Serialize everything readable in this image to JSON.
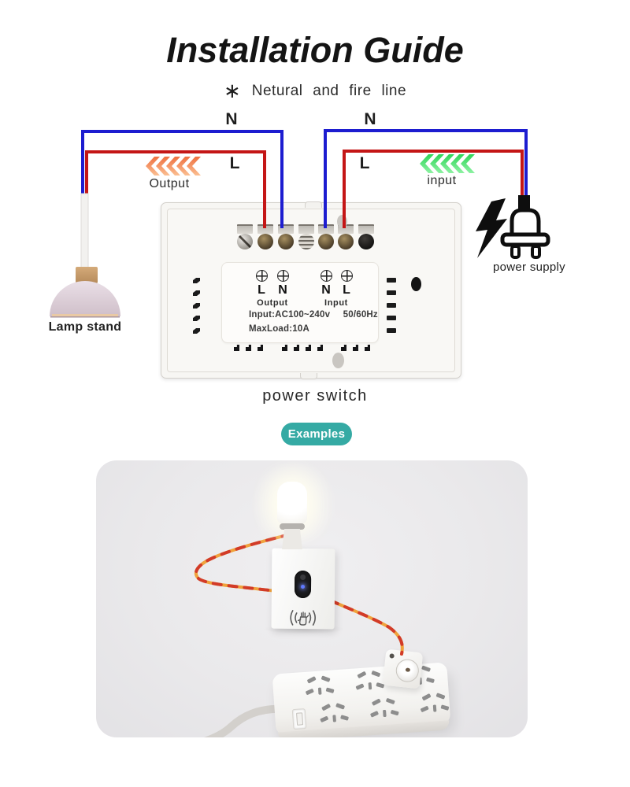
{
  "title": "Installation Guide",
  "note": {
    "asterisk": "∗",
    "text": "Netural and fire line"
  },
  "diagram": {
    "output_side": {
      "neutral_label": "N",
      "live_label": "L",
      "flow_label": "Output"
    },
    "input_side": {
      "neutral_label": "N",
      "live_label": "L",
      "flow_label": "input"
    },
    "lamp_caption": "Lamp stand",
    "power_supply_caption": "power supply",
    "switch_caption": "power switch",
    "switch_back": {
      "output_group": {
        "letters": [
          "L",
          "N"
        ],
        "label": "Output"
      },
      "input_group": {
        "letters": [
          "N",
          "L"
        ],
        "label": "Input"
      },
      "spec_input": "Input:AC100~240v",
      "spec_freq": "50/60Hz",
      "spec_load": "MaxLoad:10A"
    }
  },
  "examples": {
    "badge_label": "Examples"
  },
  "colors": {
    "neutral_wire": "#1d1dd0",
    "live_wire": "#c41616",
    "output_arrow_top": "#ee7040",
    "output_arrow_bottom": "#fbbf92",
    "input_arrow_top": "#2fd458",
    "input_arrow_bottom": "#8df2a3",
    "badge_background": "#35aaa4",
    "photo_wire_red": "#d23b28",
    "photo_wire_orange": "#f0a23c",
    "photo_background": "#eae9eb"
  }
}
